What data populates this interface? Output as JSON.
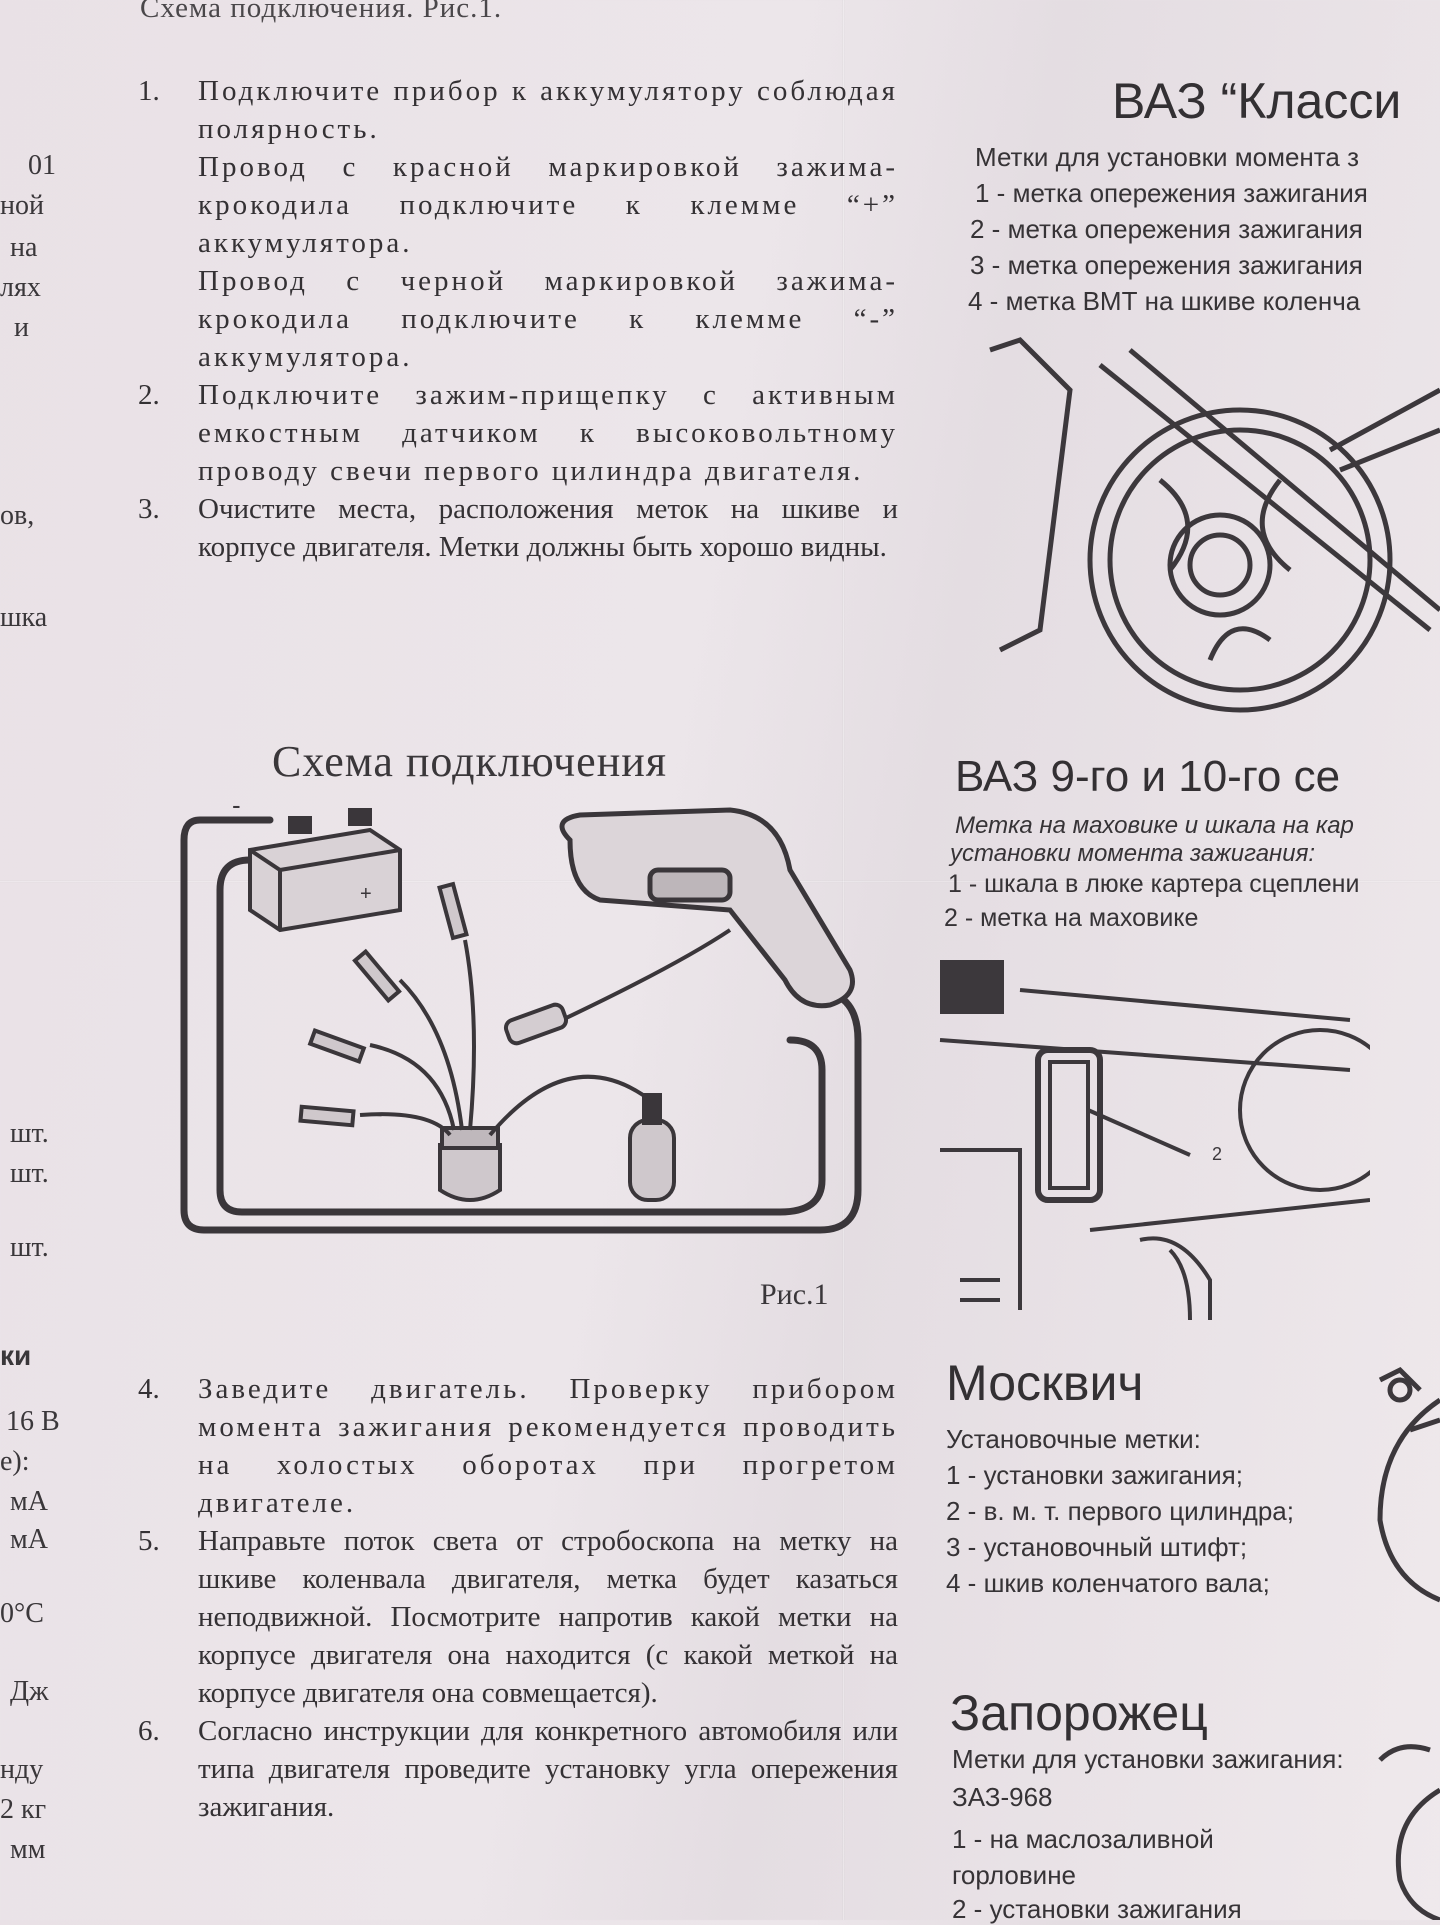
{
  "top_caption": "Схема подключения. Рис.1.",
  "left_fragments": [
    "01",
    "ной",
    "на",
    "лях",
    "и",
    "ов,",
    "шка",
    "шт.",
    "шт.",
    "шт.",
    "ки",
    "16 В",
    "е):",
    "мА",
    "мА",
    "0°С",
    "Дж",
    "нду",
    "2 кг",
    "мм"
  ],
  "steps_a": [
    {
      "num": "1.",
      "paras": [
        "Подключите прибор к аккумулятору соблюдая полярность.",
        "Провод с красной маркировкой зажима-крокодила подключите к клемме “+” аккумулятора.",
        "Провод с черной маркировкой зажима-крокодила подключите к клемме “-” аккумулятора."
      ]
    },
    {
      "num": "2.",
      "paras": [
        "Подключите зажим-прищепку с активным емкостным датчиком к высоковольтному проводу свечи первого цилиндра двигателя."
      ]
    },
    {
      "num": "3.",
      "paras": [
        "Очистите места, расположения меток на шкиве и корпусе двигателя. Метки должны быть хорошо видны."
      ]
    }
  ],
  "scheme_title": "Схема подключения",
  "figure": {
    "label": "Рис.1",
    "minus": "-",
    "plus": "+"
  },
  "steps_b": [
    {
      "num": "4.",
      "paras": [
        "Заведите двигатель. Проверку прибором момента зажигания рекомендуется проводить на холостых оборотах при прогретом двигателе."
      ]
    },
    {
      "num": "5.",
      "paras": [
        "Направьте поток света от стробоскопа на метку на шкиве коленвала двигателя, метка будет казаться неподвижной. Посмотрите напротив какой метки на корпусе двигателя она находится (с какой меткой на корпусе двигателя она совмещается)."
      ]
    },
    {
      "num": "6.",
      "paras": [
        "Согласно инструкции для конкретного автомобиля или типа двигателя проведите установку угла опережения зажигания."
      ]
    }
  ],
  "vaz_classic": {
    "title": "ВАЗ “Класси",
    "subtitle": "Метки для установки момента з",
    "items": [
      "1 - метка опережения зажигания",
      "2 - метка опережения зажигания",
      "3 - метка опережения зажигания",
      "4 - метка ВМТ на шкиве коленча"
    ]
  },
  "vaz_9_10": {
    "title": "ВАЗ 9-го и 10-го се",
    "subtitle_1": "Метка на маховике и шкала на кар",
    "subtitle_2": "установки момента зажигания:",
    "items": [
      "1 - шкала  в люке картера сцеплени",
      "2 -  метка  на маховике"
    ],
    "fig_num": "2"
  },
  "moskvich": {
    "title": "Москвич",
    "subtitle": "Установочные метки:",
    "items": [
      "1 - установки зажигания;",
      "2 - в. м. т. первого цилиндра;",
      "3 - установочный штифт;",
      "4 - шкив коленчатого вала;"
    ]
  },
  "zaporozhets": {
    "title": "Запорожец",
    "subtitle": "Метки для установки зажигания:",
    "model": "ЗАЗ-968",
    "items": [
      "1  - на маслозаливной",
      "горловине",
      "2 - установки зажигания"
    ]
  }
}
